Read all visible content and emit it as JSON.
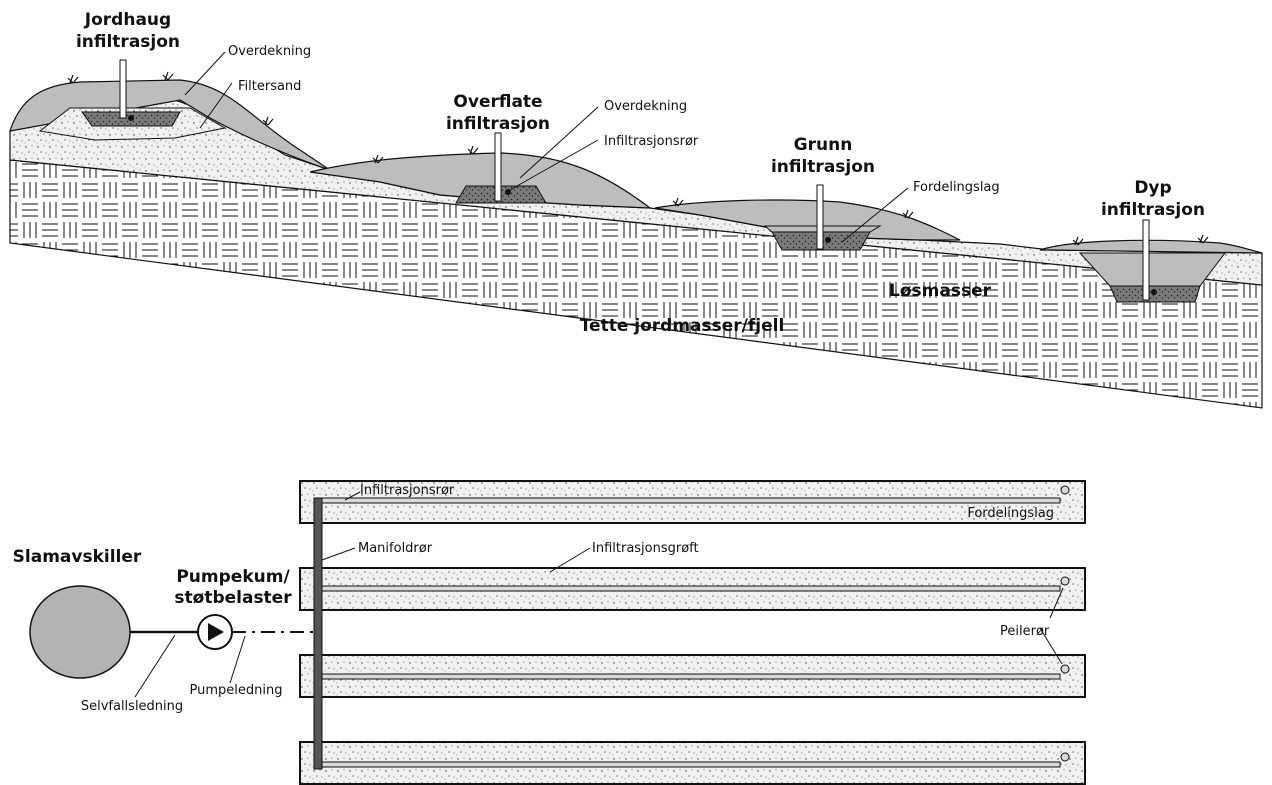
{
  "title": "",
  "cross_section": {
    "jordhaug": {
      "title_line1": "Jordhaug",
      "title_line2": "infiltrasjon",
      "label_overdekning": "Overdekning",
      "label_filtersand": "Filtersand"
    },
    "overflate": {
      "title_line1": "Overflate",
      "title_line2": "infiltrasjon",
      "label_overdekning": "Overdekning",
      "label_infiltrasjonsror": "Infiltrasjonsrør"
    },
    "grunn": {
      "title_line1": "Grunn",
      "title_line2": "infiltrasjon",
      "label_fordelingslag": "Fordelingslag"
    },
    "dyp": {
      "title_line1": "Dyp",
      "title_line2": "infiltrasjon"
    },
    "losmasser": "Løsmasser",
    "tette": "Tette jordmasser/fjell"
  },
  "plan": {
    "slamavskiller": "Slamavskiller",
    "pumpekum_line1": "Pumpekum/",
    "pumpekum_line2": "støtbelaster",
    "selvfallsledning": "Selvfallsledning",
    "pumpeledning": "Pumpeledning",
    "manifoldror": "Manifoldrør",
    "infiltrasjonsgroft": "Infiltrasjonsgrøft",
    "infiltrasjonsror": "Infiltrasjonsrør",
    "fordelingslag": "Fordelingslag",
    "peileror": "Peilerør"
  },
  "colors": {
    "ink": "#111111",
    "overburden": "#bdbdbd",
    "sand": "#f1f1f1",
    "layer": "#7a7a7a",
    "tank": "#b3b3b3",
    "manifold": "#555555"
  }
}
